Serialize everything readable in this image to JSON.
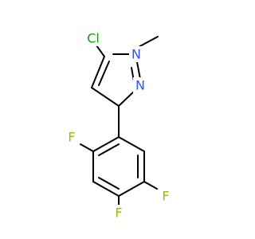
{
  "molecule": {
    "atoms": [
      {
        "id": "cl",
        "label": "Cl",
        "color": "#00aa00"
      },
      {
        "id": "n1",
        "label": "N",
        "color": "#3050f8"
      },
      {
        "id": "n2",
        "label": "N",
        "color": "#3050f8"
      },
      {
        "id": "f1",
        "label": "F",
        "color": "#90c000"
      },
      {
        "id": "f2",
        "label": "F",
        "color": "#90c000"
      },
      {
        "id": "f3",
        "label": "F",
        "color": "#90c000"
      }
    ],
    "bond_color": "#000000",
    "background": "#ffffff"
  }
}
